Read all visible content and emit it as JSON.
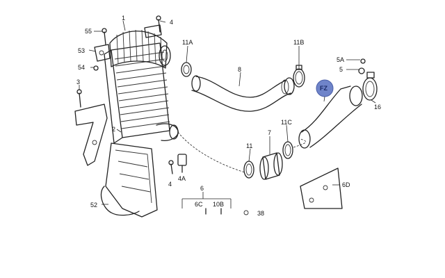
{
  "diagram": {
    "labels": {
      "l1": "1",
      "l2": "2",
      "l3": "3",
      "l4a": "4",
      "l4b": "4",
      "l4A": "4A",
      "l5": "5",
      "l5A": "5A",
      "l6": "6",
      "l6C": "6C",
      "l6D": "6D",
      "l7": "7",
      "l8": "8",
      "l10B": "10B",
      "l11": "11",
      "l11A": "11A",
      "l11B": "11B",
      "l11C": "11C",
      "l16": "16",
      "l38": "38",
      "l52": "52",
      "l53": "53",
      "l54": "54",
      "l55": "55"
    },
    "highlight": {
      "text": "FZ",
      "color": "#6f84c9"
    }
  }
}
